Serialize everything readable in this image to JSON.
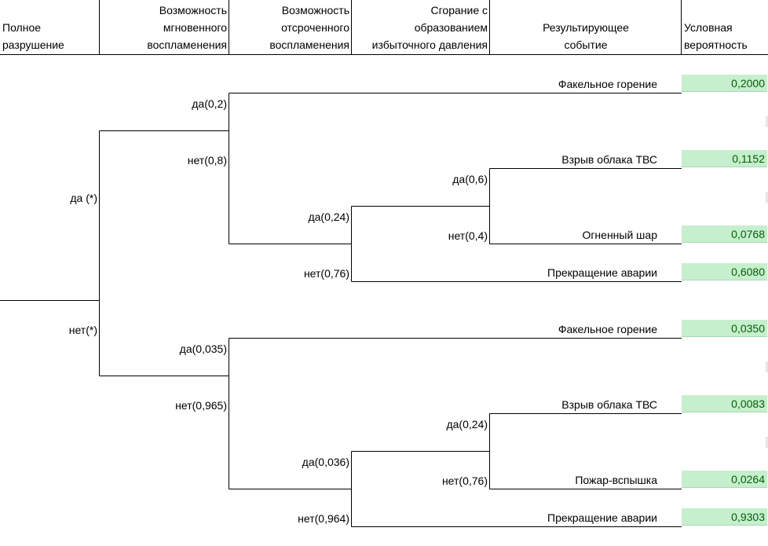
{
  "headers": {
    "h1": [
      "Полное",
      "разрушение"
    ],
    "h2": [
      "Возможность",
      "мгновенного",
      "воспламенения"
    ],
    "h3": [
      "Возможность",
      "отсроченного",
      "воспламенения"
    ],
    "h4": [
      "Сгорание с",
      "образованием",
      "избыточного давления"
    ],
    "h5": [
      "Результирующее",
      "событие"
    ],
    "h6": [
      "Условная",
      "вероятность"
    ]
  },
  "branches": {
    "full_yes": "да (*)",
    "full_no": "нет(*)",
    "a_inst_yes": "да(0,2)",
    "a_inst_no": "нет(0,8)",
    "a_del_yes": "да(0,24)",
    "a_del_no": "нет(0,76)",
    "a_over_yes": "да(0,6)",
    "a_over_no": "нет(0,4)",
    "b_inst_yes": "да(0,035)",
    "b_inst_no": "нет(0,965)",
    "b_del_yes": "да(0,036)",
    "b_del_no": "нет(0,964)",
    "b_over_yes": "да(0,24)",
    "b_over_no": "нет(0,76)"
  },
  "outcomes": [
    {
      "event": "Факельное горение",
      "prob": "0,2000"
    },
    {
      "event": "Взрыв облака ТВС",
      "prob": "0,1152"
    },
    {
      "event": "Огненный шар",
      "prob": "0,0768"
    },
    {
      "event": "Прекращение аварии",
      "prob": "0,6080"
    },
    {
      "event": "Факельное горение",
      "prob": "0,0350"
    },
    {
      "event": "Взрыв облака ТВС",
      "prob": "0,0083"
    },
    {
      "event": "Пожар-вспышка",
      "prob": "0,0264"
    },
    {
      "event": "Прекращение аварии",
      "prob": "0,9303"
    }
  ]
}
